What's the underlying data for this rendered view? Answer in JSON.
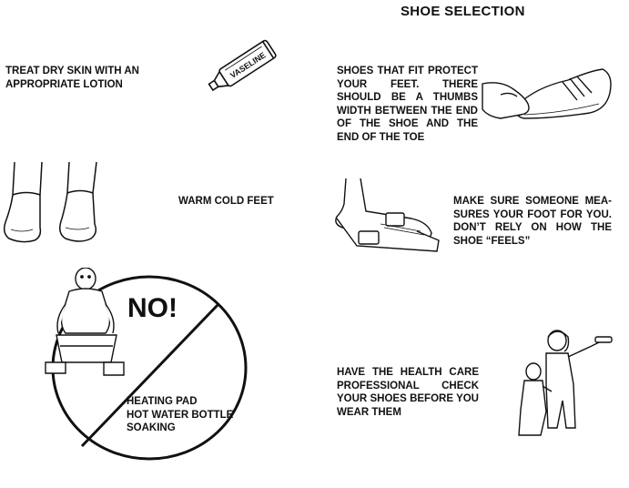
{
  "heading": "SHOE SELECTION",
  "left": {
    "lotion_text": "TREAT DRY SKIN WITH AN APPROPRIATE LOTION",
    "tube_label": "VASELINE",
    "warm_text": "WARM COLD FEET",
    "no_label": "NO!",
    "avoid_items": [
      "HEATING PAD",
      "HOT WATER BOTTLE",
      "SOAKING"
    ]
  },
  "right": {
    "fit_text": "SHOES THAT FIT PROTECT YOUR FEET. THERE SHOULD BE A THUMBS WIDTH BETWEEN THE END OF THE SHOE AND THE END OF THE TOE",
    "measure_text": "MAKE SURE SOMEONE MEA-SURES YOUR FOOT FOR YOU. DON’T RELY ON HOW THE SHOE “FEELS”",
    "check_text": "HAVE THE HEALTH CARE PROFESSIONAL CHECK YOUR SHOES BEFORE YOU WEAR THEM"
  },
  "colors": {
    "ink": "#111111",
    "background": "#ffffff"
  },
  "icons": [
    "lotion-tube-icon",
    "socked-feet-icon",
    "prohibition-sign-icon",
    "foot-soaking-man-icon",
    "shoe-thumb-check-icon",
    "foot-measuring-device-icon",
    "health-professional-icon"
  ]
}
